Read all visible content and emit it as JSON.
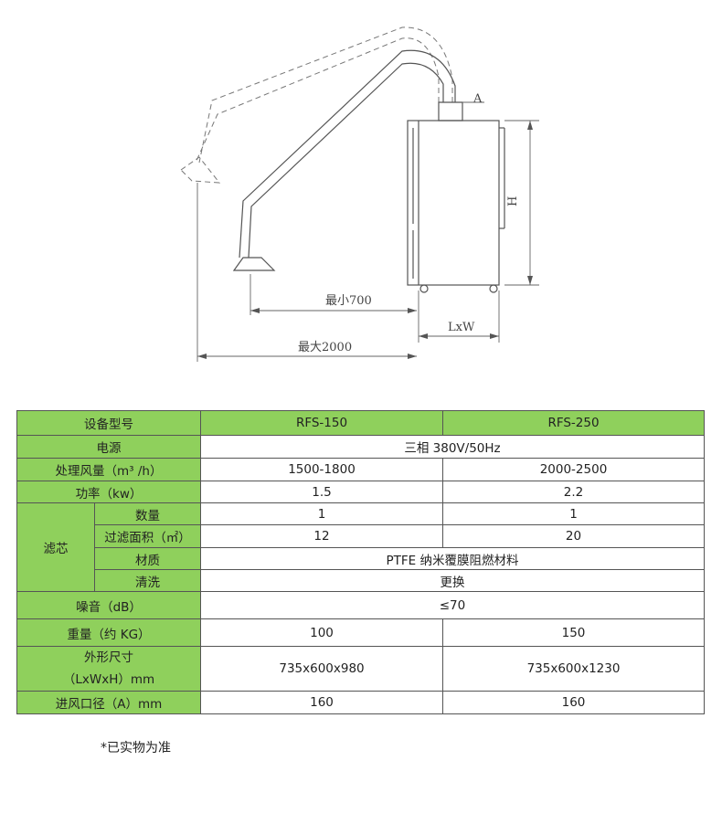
{
  "drawing": {
    "label_a": "A",
    "label_h": "H",
    "label_lxw": "LxW",
    "label_min": "最小700",
    "label_max": "最大2000"
  },
  "table": {
    "header": {
      "label": "设备型号",
      "col1": "RFS-150",
      "col2": "RFS-250"
    },
    "power_supply": {
      "label": "电源",
      "value": "三相 380V/50Hz"
    },
    "airflow": {
      "label": "处理风量（m³ /h）",
      "col1": "1500-1800",
      "col2": "2000-2500"
    },
    "power": {
      "label": "功率（kw）",
      "col1": "1.5",
      "col2": "2.2"
    },
    "filter": {
      "group_label": "滤芯",
      "quantity": {
        "label": "数量",
        "col1": "1",
        "col2": "1"
      },
      "area": {
        "label": "过滤面积（㎡）",
        "col1": "12",
        "col2": "20"
      },
      "material": {
        "label": "材质",
        "value": "PTFE 纳米覆膜阻燃材料"
      },
      "cleaning": {
        "label": "清洗",
        "value": "更换"
      }
    },
    "noise": {
      "label": "噪音（dB）",
      "value": "≤70"
    },
    "weight": {
      "label": "重量（约 KG）",
      "col1": "100",
      "col2": "150"
    },
    "dimensions": {
      "label_line1": "外形尺寸",
      "label_line2": "（LxWxH）mm",
      "col1": "735x600x980",
      "col2": "735x600x1230"
    },
    "inlet": {
      "label": "进风口径（A）mm",
      "col1": "160",
      "col2": "160"
    }
  },
  "footnote": "*已实物为准"
}
